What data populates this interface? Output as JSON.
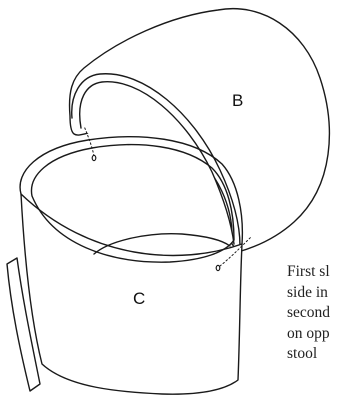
{
  "labels": {
    "part_b": "B",
    "part_c": "C"
  },
  "caption_lines": [
    "First sl",
    "side in",
    "second",
    "on opp",
    "stool"
  ],
  "colors": {
    "line": "#1a1a1a",
    "fill": "#ffffff",
    "text": "#222222"
  }
}
